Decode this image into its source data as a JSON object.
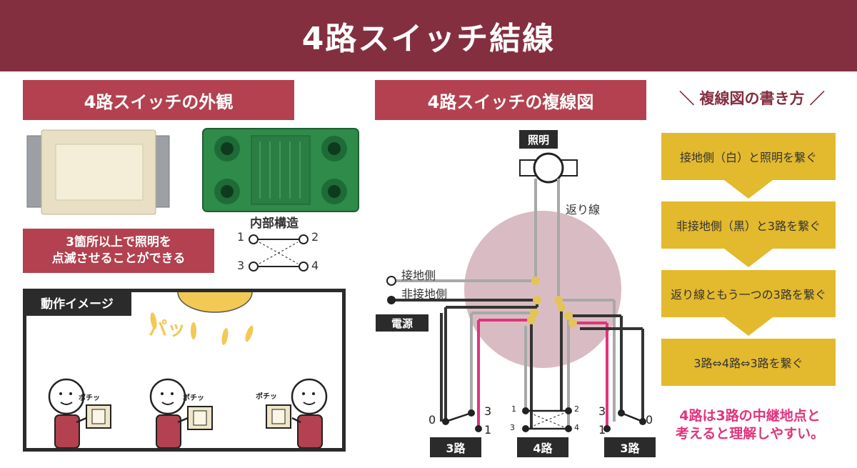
{
  "title": "4路スイッチ結線",
  "left": {
    "appearance_title": "4路スイッチの外観",
    "internal_label": "内部構造",
    "terminals": [
      "1",
      "2",
      "3",
      "4"
    ],
    "desc": [
      "3箇所以上で照明を",
      "点滅させることができる"
    ],
    "operation_title": "動作イメージ",
    "onomatopoeia": "ポチッ",
    "light_sound": "パッ"
  },
  "middle": {
    "title": "4路スイッチの複線図",
    "light_label": "照明",
    "return_wire_label": "返り線",
    "ground_label": "接地側",
    "nonground_label": "非接地側",
    "power_label": "電源",
    "switch3_left": {
      "label": "3路",
      "t0": "0",
      "t1": "1",
      "t3": "3"
    },
    "switch4": {
      "label": "4路",
      "t1": "1",
      "t2": "2",
      "t3": "3",
      "t4": "4"
    },
    "switch3_right": {
      "label": "3路",
      "t0": "0",
      "t1": "1",
      "t3": "3"
    }
  },
  "right": {
    "title": "＼ 複線図の書き方 ／",
    "steps": [
      "接地側（白）と照明を繋ぐ",
      "非接地側（黒）と3路を繋ぐ",
      "返り線ともう一つの3路を繋ぐ",
      "3路⇔4路⇔3路を繋ぐ"
    ],
    "note": [
      "4路は3路の中継地点と",
      "考えると理解しやすい。"
    ]
  },
  "colors": {
    "header": "#842f40",
    "section": "#b3414f",
    "gold": "#e3b92d",
    "pink": "#e2337d",
    "circle": "#d9bcc3",
    "wire_gray": "#a8a8a8",
    "wire_dark": "#333333"
  }
}
